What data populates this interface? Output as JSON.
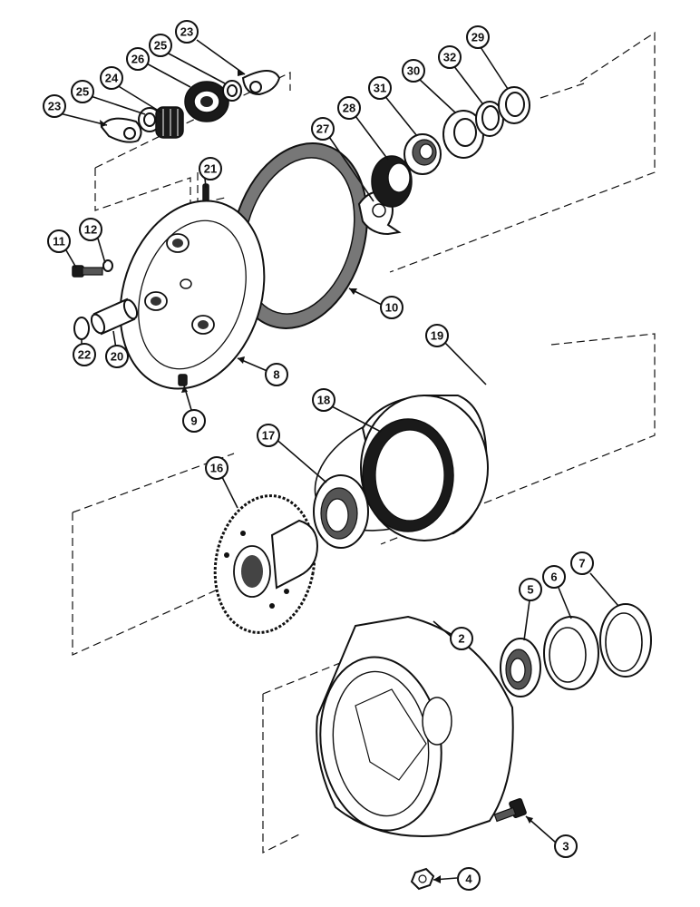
{
  "callouts": [
    {
      "id": "c2",
      "label": "2"
    },
    {
      "id": "c3",
      "label": "3"
    },
    {
      "id": "c4",
      "label": "4"
    },
    {
      "id": "c5",
      "label": "5"
    },
    {
      "id": "c6",
      "label": "6"
    },
    {
      "id": "c7",
      "label": "7"
    },
    {
      "id": "c8",
      "label": "8"
    },
    {
      "id": "c9",
      "label": "9"
    },
    {
      "id": "c10",
      "label": "10"
    },
    {
      "id": "c11",
      "label": "11"
    },
    {
      "id": "c12",
      "label": "12"
    },
    {
      "id": "c16",
      "label": "16"
    },
    {
      "id": "c17",
      "label": "17"
    },
    {
      "id": "c18",
      "label": "18"
    },
    {
      "id": "c19",
      "label": "19"
    },
    {
      "id": "c20",
      "label": "20"
    },
    {
      "id": "c21",
      "label": "21"
    },
    {
      "id": "c22",
      "label": "22"
    },
    {
      "id": "c23a",
      "label": "23"
    },
    {
      "id": "c23b",
      "label": "23"
    },
    {
      "id": "c24",
      "label": "24"
    },
    {
      "id": "c25a",
      "label": "25"
    },
    {
      "id": "c25b",
      "label": "25"
    },
    {
      "id": "c26",
      "label": "26"
    },
    {
      "id": "c27",
      "label": "27"
    },
    {
      "id": "c28",
      "label": "28"
    },
    {
      "id": "c29",
      "label": "29"
    },
    {
      "id": "c30",
      "label": "30"
    },
    {
      "id": "c31",
      "label": "31"
    },
    {
      "id": "c32",
      "label": "32"
    }
  ]
}
